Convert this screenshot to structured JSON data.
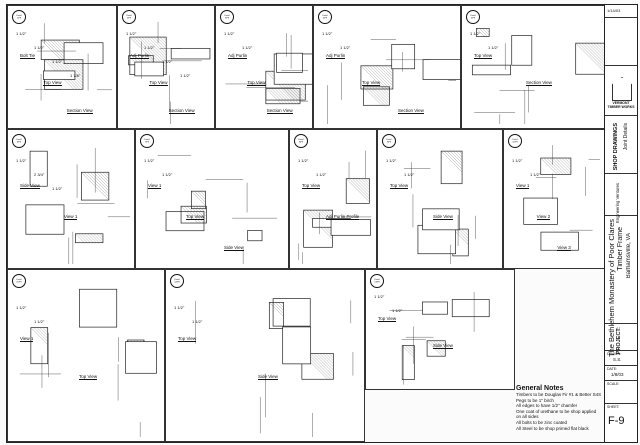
{
  "details": [
    {
      "id": "d1",
      "callout": "Detail 1/F9",
      "views": [
        "Bolt Tie",
        "Top View",
        "Section View"
      ],
      "dims": [
        "1 1/2\"",
        "1 1/2\"",
        "1 1/2\"",
        "1 7/8\""
      ]
    },
    {
      "id": "d2",
      "callout": "Detail 2/F9",
      "views": [
        "Adj Purlin",
        "Top View",
        "Section View"
      ],
      "dims": [
        "1 1/2\"",
        "1 1/2\"",
        "1 1/2\"",
        "1 1/2\""
      ]
    },
    {
      "id": "d3",
      "callout": "Detail 3/F9",
      "views": [
        "Adj Purlin",
        "Top View",
        "Section View"
      ],
      "dims": [
        "1 1/2\"",
        "1 1/2\""
      ]
    },
    {
      "id": "d4",
      "callout": "Detail 4/F9",
      "views": [
        "Adj Purlin",
        "Top View",
        "Section View"
      ],
      "dims": [
        "1 1/2\"",
        "1 1/2\""
      ]
    },
    {
      "id": "d5",
      "callout": "Detail 5/F9",
      "views": [
        "Top View",
        "Section View"
      ],
      "dims": [
        "1 1/2\"",
        "1 1/2\""
      ]
    },
    {
      "id": "d6",
      "callout": "Detail 6/F9",
      "views": [
        "Side View",
        "View 1"
      ],
      "dims": [
        "1 1/2\"",
        "2 3/4\"",
        "1 1/2\""
      ]
    },
    {
      "id": "d7",
      "callout": "Detail 7/F9",
      "views": [
        "View 1",
        "Top View",
        "Side View"
      ],
      "dims": [
        "1 1/2\"",
        "1 1/2\""
      ]
    },
    {
      "id": "d8",
      "callout": "Detail 8/F9",
      "views": [
        "Top View",
        "Adj Purlin Profile"
      ],
      "dims": [
        "1 1/2\"",
        "1 1/2\""
      ]
    },
    {
      "id": "d9",
      "callout": "Detail 9/F9",
      "views": [
        "Top View",
        "Side View"
      ],
      "dims": [
        "1 1/2\"",
        "1 1/2\""
      ]
    },
    {
      "id": "d10",
      "callout": "Detail 10/F9",
      "views": [
        "View 1",
        "View 2",
        "View 3"
      ],
      "dims": [
        "1 1/2\"",
        "1 1/2\""
      ]
    },
    {
      "id": "d11",
      "callout": "Detail 11/F9",
      "views": [
        "View 1",
        "Top View"
      ],
      "dims": [
        "1 1/2\"",
        "1 1/2\""
      ]
    },
    {
      "id": "d12",
      "callout": "Detail 12/F9",
      "views": [
        "Top View",
        "Side View"
      ],
      "dims": [
        "1 1/2\"",
        "1 1/2\""
      ]
    },
    {
      "id": "d13",
      "callout": "Detail 13/F9",
      "views": [
        "Top View",
        "Side View"
      ],
      "dims": [
        "1 1/2\"",
        "1 1/2\""
      ]
    }
  ],
  "notes": {
    "title": "General Notes",
    "lines": [
      "Timbers to be Douglas Fir #1 & Better S4S",
      "Pegs to be 1\" birch",
      "All edges to have 1/2\" chamfer",
      "One coat of urethane to be shop applied",
      "  on all sides",
      "All bolts to be zinc coated",
      "All Steel to be shop primed flat black"
    ]
  },
  "title_block": {
    "project_label": "PROJECT:",
    "project_name": "The Bethlehem Monastery of Poor Clares",
    "project_sub": "Timber Frame",
    "location": "Barhamsville, VA",
    "sheet_type": "SHOP DRAWINGS",
    "sheet_desc": "Joint Details",
    "company": "VERMONT TIMBER WORKS",
    "engineer": "Engineering Ventures",
    "drawn_label": "DRAWN:",
    "drawn": "S.S.",
    "date_label": "DATE:",
    "date": "1/8/03",
    "scale_label": "SCALE:",
    "sheet_label": "SHEET:",
    "sheet": "F-9",
    "revision_date": "1/14/03"
  }
}
